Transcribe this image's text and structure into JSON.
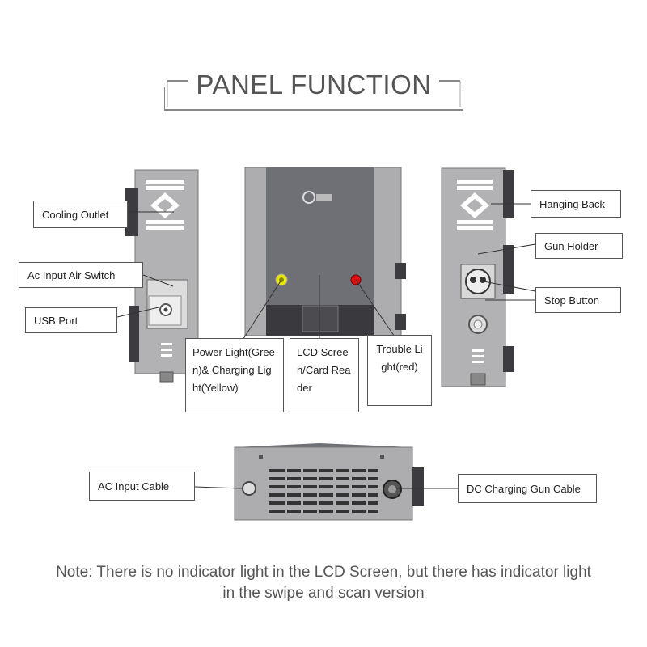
{
  "title": "PANEL FUNCTION",
  "labels": {
    "cooling_outlet": "Cooling Outlet",
    "ac_input_air_switch": "Ac Input Air Switch",
    "usb_port": "USB Port",
    "power_light": "Power Light(Green)& Charging Light(Yellow)",
    "lcd_screen": "LCD Screen/Card Reader",
    "trouble_light": "Trouble Light(red)",
    "hanging_back": "Hanging Back",
    "gun_holder": "Gun Holder",
    "stop_button": "Stop Button",
    "ac_input_cable": "AC Input Cable",
    "dc_charging_gun_cable": "DC Charging Gun Cable"
  },
  "brand_logo": "logo-icon",
  "colors": {
    "device_body": "#a9a9ab",
    "device_panel": "#6f7076",
    "green_light": "#e8e800",
    "red_light": "#e01010"
  },
  "note": {
    "line1": "Note: There is no indicator light in the LCD Screen, but there has indicator light",
    "line2": "in the swipe and scan version"
  }
}
